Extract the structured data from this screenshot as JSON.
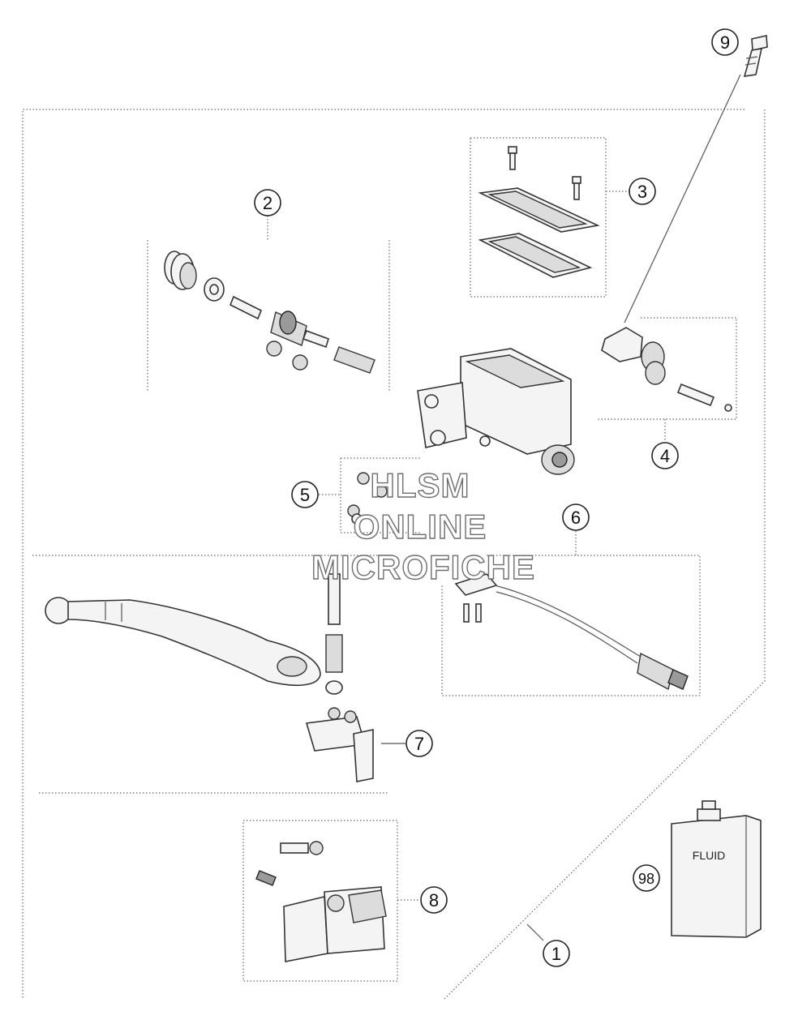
{
  "callouts": {
    "c1": "1",
    "c2": "2",
    "c3": "3",
    "c4": "4",
    "c5": "5",
    "c6": "6",
    "c7": "7",
    "c8": "8",
    "c9": "9",
    "c98": "98"
  },
  "fluid_label": "FLUID",
  "watermark": {
    "line1": "HLSM",
    "line2": "ONLINE",
    "line3": "MICROFICHE"
  }
}
